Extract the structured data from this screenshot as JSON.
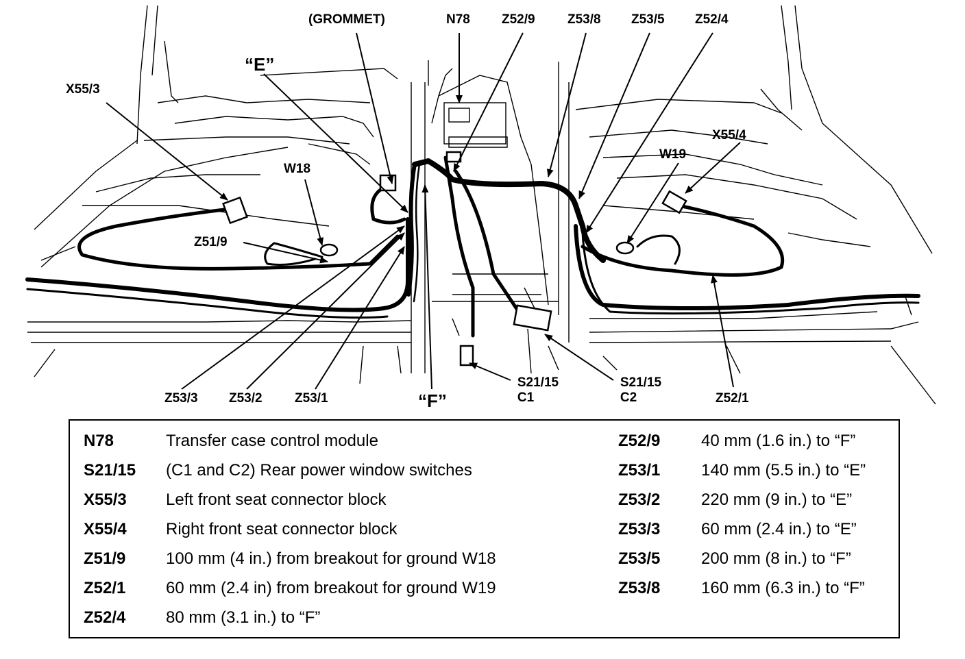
{
  "callouts": {
    "grommet": "(GROMMET)",
    "n78": "N78",
    "z52_9": "Z52/9",
    "z53_8": "Z53/8",
    "z53_5": "Z53/5",
    "z52_4": "Z52/4",
    "e": "“E”",
    "x55_3": "X55/3",
    "w18": "W18",
    "z51_9": "Z51/9",
    "x55_4": "X55/4",
    "w19": "W19",
    "z53_3": "Z53/3",
    "z53_2": "Z53/2",
    "z53_1": "Z53/1",
    "f": "“F”",
    "s21_15_c1_a": "S21/15",
    "s21_15_c1_b": "C1",
    "s21_15_c2_a": "S21/15",
    "s21_15_c2_b": "C2",
    "z52_1": "Z52/1"
  },
  "legend": {
    "left": [
      {
        "code": "N78",
        "text": "Transfer case control module"
      },
      {
        "code": "S21/15",
        "text": "(C1 and C2) Rear power window switches"
      },
      {
        "code": "X55/3",
        "text": "Left front seat connector block"
      },
      {
        "code": "X55/4",
        "text": "Right front seat connector block"
      },
      {
        "code": "Z51/9",
        "text": "100 mm (4 in.) from breakout for ground W18"
      },
      {
        "code": "Z52/1",
        "text": "60 mm (2.4 in) from breakout for ground W19"
      },
      {
        "code": "Z52/4",
        "text": "80 mm (3.1 in.) to “F”"
      }
    ],
    "right": [
      {
        "code": "Z52/9",
        "text": "40 mm (1.6 in.) to “F”"
      },
      {
        "code": "Z53/1",
        "text": "140 mm (5.5 in.) to “E”"
      },
      {
        "code": "Z53/2",
        "text": "220 mm (9 in.) to “E”"
      },
      {
        "code": "Z53/3",
        "text": "60 mm (2.4 in.) to “E”"
      },
      {
        "code": "Z53/5",
        "text": "200 mm (8 in.) to “F”"
      },
      {
        "code": "Z53/8",
        "text": "160 mm (6.3 in.) to “F”"
      }
    ]
  }
}
